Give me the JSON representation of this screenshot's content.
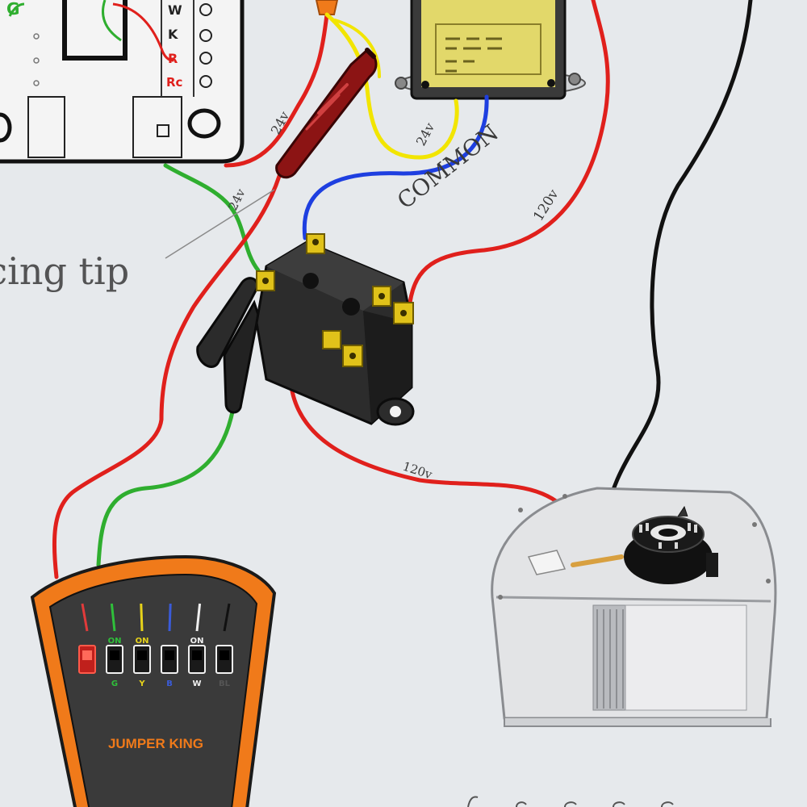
{
  "thermostat": {
    "terminals": [
      "W",
      "K",
      "R",
      "Rc"
    ],
    "top_terminal": "G"
  },
  "labels": {
    "wire_24v_a": "24v",
    "wire_24v_b": "24v",
    "wire_24v_c": "24v",
    "common": "COMMON",
    "wire_120v_a": "120v",
    "wire_120v_b": "120v",
    "piercing_tip": "piercing tip"
  },
  "jumper": {
    "brand": "JUMPER KING",
    "switches": [
      {
        "on_label": "",
        "color_label": "",
        "color": "#e23a3a"
      },
      {
        "on_label": "ON",
        "color_label": "G",
        "color": "#2fbf3a"
      },
      {
        "on_label": "ON",
        "color_label": "Y",
        "color": "#e6d21a"
      },
      {
        "on_label": "",
        "color_label": "B",
        "color": "#3a5bd9"
      },
      {
        "on_label": "ON",
        "color_label": "W",
        "color": "#f0f0f0"
      },
      {
        "on_label": "",
        "color_label": "BL",
        "color": "#111111"
      }
    ]
  },
  "colors": {
    "red_wire": "#e0201c",
    "yellow_wire": "#f2e500",
    "blue_wire": "#1e3fe0",
    "green_wire": "#2fae2f",
    "black_wire": "#111111",
    "jumper_orange": "#f07a1a",
    "terminal_brass": "#e0c21a"
  }
}
